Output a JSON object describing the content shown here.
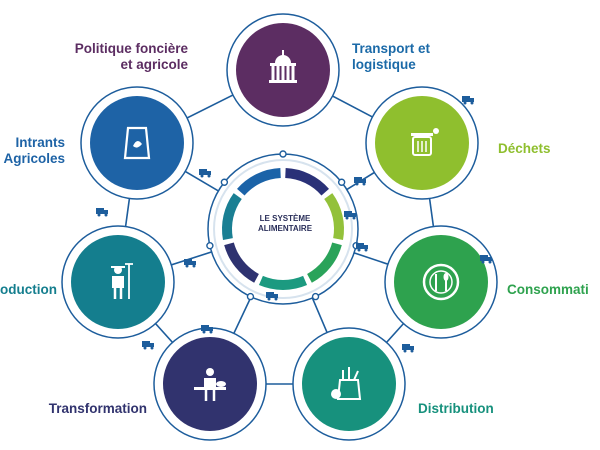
{
  "center": {
    "line1": "LE SYSTÈME",
    "line2": "ALIMENTAIRE"
  },
  "nodes": [
    {
      "id": "politique",
      "line1": "Politique foncière",
      "line2": "et agricole",
      "color": "#5c2d62",
      "icon": "government-building-icon"
    },
    {
      "id": "dechets",
      "line1": "Déchets",
      "line2": "",
      "color": "#8fbf2e",
      "icon": "waste-bin-icon"
    },
    {
      "id": "consommation",
      "line1": "Consommati",
      "line2": "",
      "color": "#2ea24e",
      "icon": "plate-cutlery-icon"
    },
    {
      "id": "distribution",
      "line1": "Distribution",
      "line2": "",
      "color": "#17917d",
      "icon": "grocery-bag-icon"
    },
    {
      "id": "transformation",
      "line1": "Transformation",
      "line2": "",
      "color": "#31336e",
      "icon": "food-worker-icon"
    },
    {
      "id": "production",
      "line1": "oduction",
      "line2": "",
      "color": "#147e8e",
      "icon": "farmer-icon"
    },
    {
      "id": "intrants",
      "line1": "Intrants",
      "line2": "Agricoles",
      "color": "#1e63a6",
      "icon": "fertilizer-sack-icon"
    }
  ],
  "transport": {
    "line1": "Transport et",
    "line2": "logistique",
    "color": "#1b6aa8"
  },
  "ring_segment_colors": [
    "#2a3178",
    "#93c13a",
    "#2aa35a",
    "#1c9a80",
    "#2e3270",
    "#1a7f93",
    "#1b63a8"
  ],
  "link_color": "#1d5d9c"
}
